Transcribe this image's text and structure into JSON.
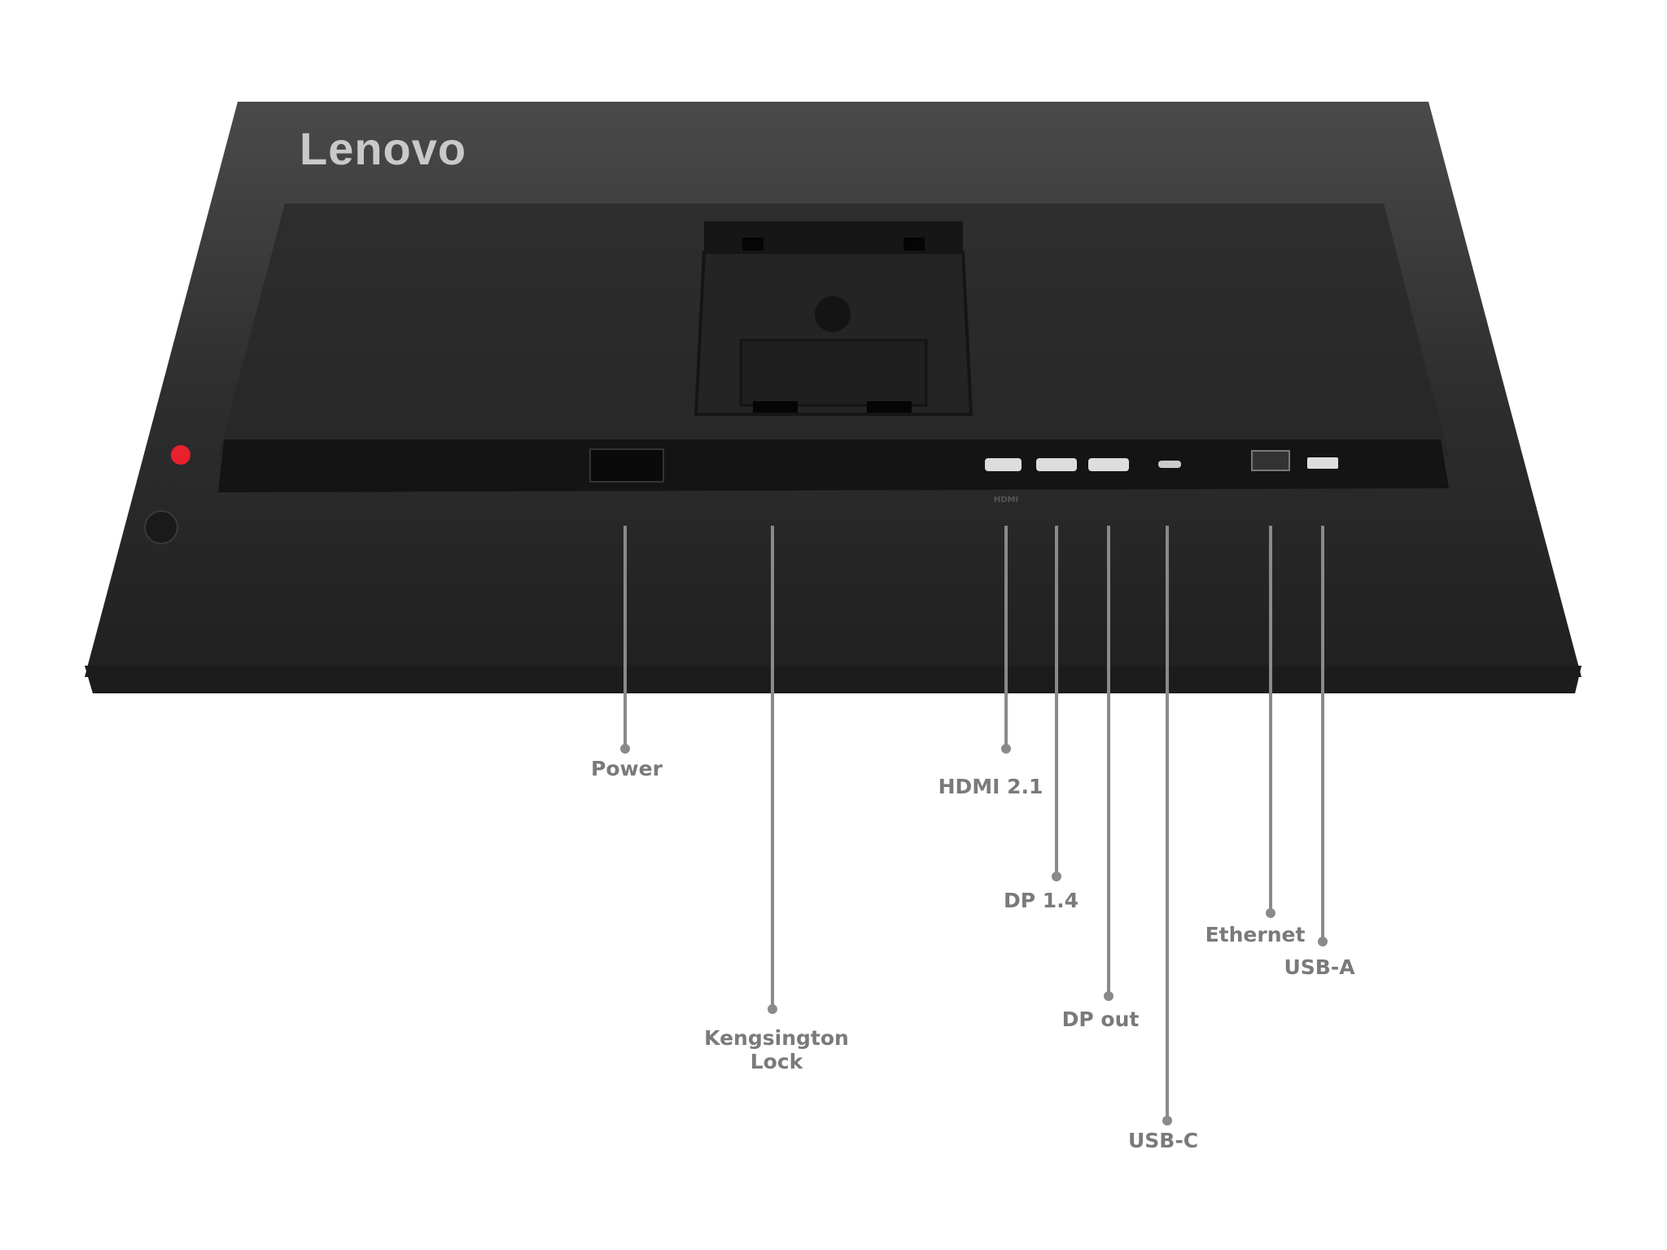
{
  "brand": "Lenovo",
  "colors": {
    "body": "#2a2a2a",
    "accent_button": "#e8212c",
    "callout": "#8a8a8a"
  },
  "port_labels": [
    {
      "id": "power",
      "label": "Power"
    },
    {
      "id": "kensington",
      "label": "Kengsington Lock"
    },
    {
      "id": "hdmi",
      "label": "HDMI 2.1"
    },
    {
      "id": "dp14",
      "label": "DP 1.4"
    },
    {
      "id": "dpout",
      "label": "DP out"
    },
    {
      "id": "usbc",
      "label": "USB-C"
    },
    {
      "id": "ethernet",
      "label": "Ethernet"
    },
    {
      "id": "usba",
      "label": "USB-A"
    }
  ],
  "kensington_lines": [
    "Kengsington",
    "Lock"
  ],
  "port_glyphs": {
    "hdmi": "HDMI"
  }
}
